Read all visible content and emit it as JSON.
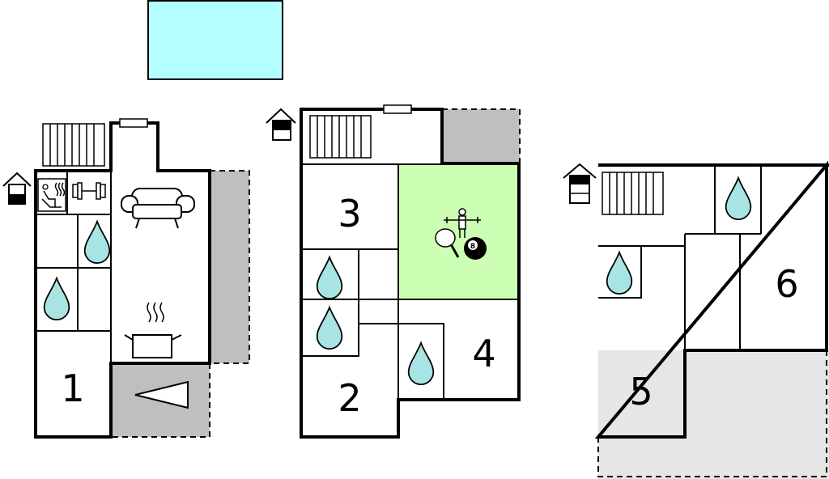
{
  "colors": {
    "pool": "#b3ffff",
    "terrace": "#bfbfbf",
    "garden": "#e6e6e6",
    "game_room": "#ccffb3",
    "water_drop": "#a8e4e4",
    "walls": "#000000"
  },
  "rooms": {
    "room_1": "1",
    "room_2": "2",
    "room_3": "3",
    "room_4": "4",
    "room_5": "5",
    "room_6": "6"
  },
  "game_room": {
    "billiard_ball_number": "8"
  },
  "icons": [
    "house-level-icon",
    "stairs-icon",
    "window-icon",
    "sauna-icon",
    "gym-icon",
    "sofa-icon",
    "stove-icon",
    "bathroom-drop-icon",
    "foosball-icon",
    "table-tennis-icon",
    "billiard-ball-icon",
    "entrance-arrow-icon"
  ]
}
